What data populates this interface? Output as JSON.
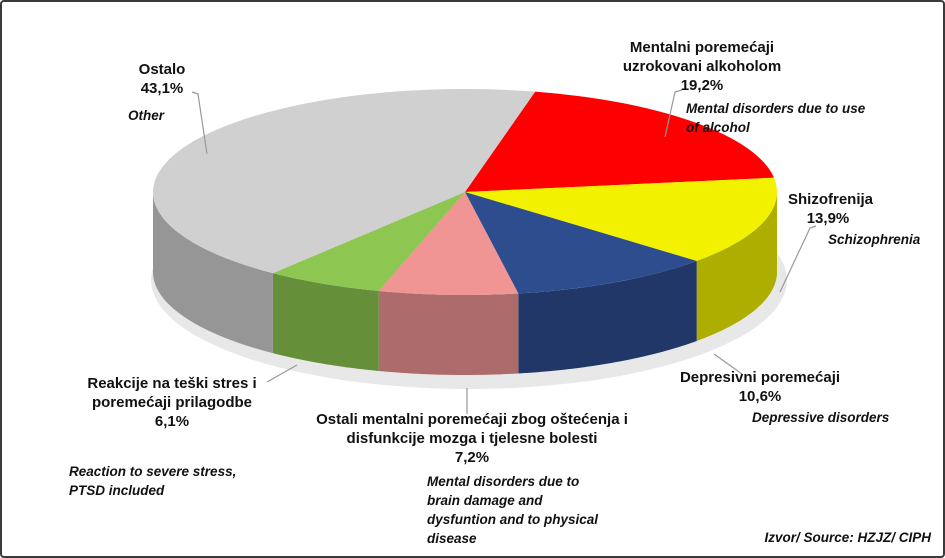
{
  "chart_data": {
    "type": "pie",
    "style": "3d",
    "start_angle_deg": -77,
    "direction": "clockwise",
    "slices": [
      {
        "label": "Mentalni poremećaji uzrokovani alkoholom",
        "value": 19.2,
        "value_label": "19,2%",
        "english": "Mental disorders due to use of alcohol",
        "color": "#ff0000"
      },
      {
        "label": "Shizofrenija",
        "value": 13.9,
        "value_label": "13,9%",
        "english": "Schizophrenia",
        "color": "#f2f200"
      },
      {
        "label": "Depresivni poremećaji",
        "value": 10.6,
        "value_label": "10,6%",
        "english": "Depressive disorders",
        "color": "#2e4d8f"
      },
      {
        "label": "Ostali mentalni poremećaji zbog oštećenja i disfunkcije mozga i tjelesne bolesti",
        "value": 7.2,
        "value_label": "7,2%",
        "english": "Mental disorders due to brain damage and dysfuntion and to physical disease",
        "color": "#f09494"
      },
      {
        "label": "Reakcije na teški stres i poremećaji prilagodbe",
        "value": 6.1,
        "value_label": "6,1%",
        "english": "Reaction to severe stress, PTSD included",
        "color": "#8dc650"
      },
      {
        "label": "Ostalo",
        "value": 43.1,
        "value_label": "43,1%",
        "english": "Other",
        "color": "#d0d0d0"
      }
    ],
    "source": "Izvor/ Source: HZJZ/ CIPH"
  }
}
